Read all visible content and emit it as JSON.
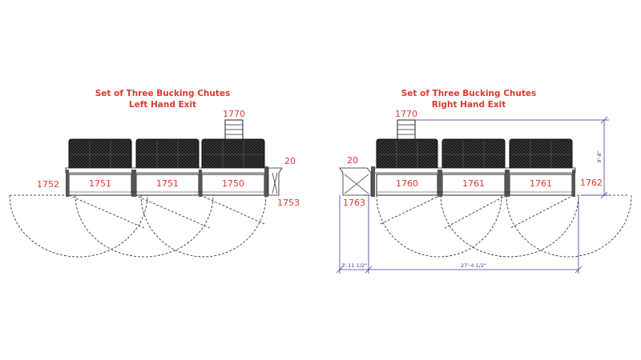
{
  "colors": {
    "label": "#e03a2f",
    "dimension": "#3a3f9a",
    "line": "#222222",
    "panel": "#333333"
  },
  "left_set": {
    "title_line1": "Set of Three Bucking Chutes",
    "title_line2": "Left Hand Exit",
    "part_top": "1770",
    "part_gate": "20",
    "part_left_end": "1752",
    "part_exit": "1753",
    "chutes": [
      "1751",
      "1751",
      "1750"
    ]
  },
  "right_set": {
    "title_line1": "Set of Three Bucking Chutes",
    "title_line2": "Right Hand Exit",
    "part_top": "1770",
    "part_gate": "20",
    "part_exit": "1763",
    "part_right_end": "1762",
    "chutes": [
      "1760",
      "1761",
      "1761"
    ],
    "dim_height": "9'-8\"",
    "dim_exit_width": "3'-11 1/2\"",
    "dim_total_width": "27'-4 1/2\""
  }
}
